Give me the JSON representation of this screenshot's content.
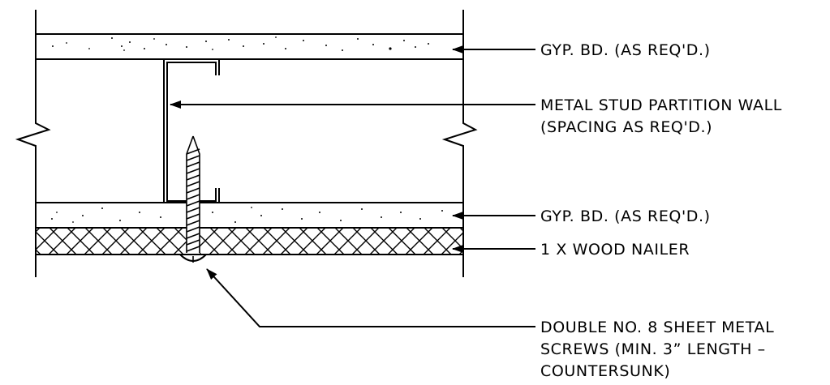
{
  "labels": {
    "gyp_top": "GYP. BD. (AS REQ'D.)",
    "stud_line1": "METAL STUD PARTITION WALL",
    "stud_line2": "(SPACING AS REQ'D.)",
    "gyp_bottom": "GYP. BD. (AS REQ'D.)",
    "nailer": "1 X WOOD NAILER",
    "screws_line1": "DOUBLE NO. 8 SHEET METAL",
    "screws_line2": "SCREWS (MIN. 3” LENGTH –",
    "screws_line3": "COUNTERSUNK)"
  },
  "colors": {
    "line": "#000000",
    "background": "#ffffff"
  }
}
